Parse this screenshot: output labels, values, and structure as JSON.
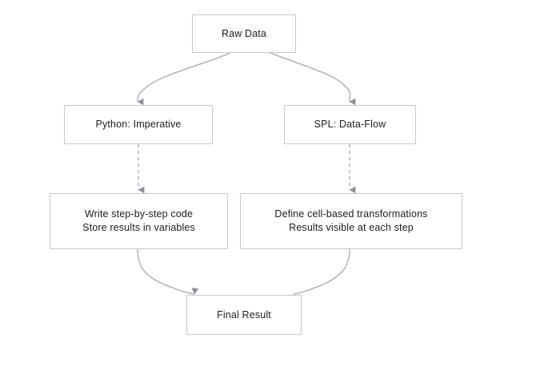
{
  "diagram": {
    "title": "Python Imperative vs SPL Data-Flow comparison flowchart",
    "type": "flowchart",
    "colors": {
      "background": "#ffffff",
      "node_border": "#c6c8d0",
      "node_fill": "#ffffff",
      "node_text": "#1c1c1c",
      "edge_stroke": "#b2b4bd",
      "arrowhead_fill": "#8e909c"
    },
    "nodes": [
      {
        "id": "raw-data",
        "label": "Raw Data"
      },
      {
        "id": "python",
        "label": "Python: Imperative"
      },
      {
        "id": "spl",
        "label": "SPL: Data-Flow"
      },
      {
        "id": "python-det",
        "label": "Write step-by-step code\nStore results in variables"
      },
      {
        "id": "spl-det",
        "label": "Define cell-based transformations\nResults visible at each step"
      },
      {
        "id": "final",
        "label": "Final Result"
      }
    ],
    "edges": [
      {
        "from": "raw-data",
        "to": "python",
        "style": "solid",
        "shape": "curved"
      },
      {
        "from": "raw-data",
        "to": "spl",
        "style": "solid",
        "shape": "curved"
      },
      {
        "from": "python",
        "to": "python-det",
        "style": "dashed",
        "shape": "straight"
      },
      {
        "from": "spl",
        "to": "spl-det",
        "style": "dashed",
        "shape": "straight"
      },
      {
        "from": "python-det",
        "to": "final",
        "style": "solid",
        "shape": "curved"
      },
      {
        "from": "spl-det",
        "to": "final",
        "style": "solid",
        "shape": "curved"
      }
    ]
  }
}
